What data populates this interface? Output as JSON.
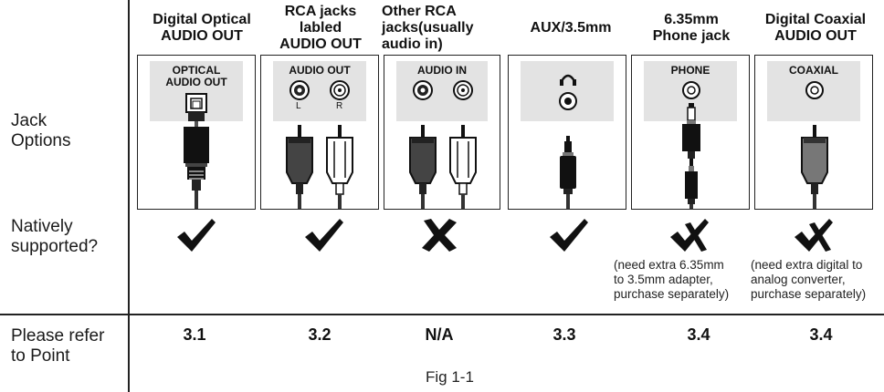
{
  "row_labels": {
    "jack_options": "Jack\nOptions",
    "native": "Natively\nsupported?",
    "refer": "Please refer\nto Point"
  },
  "columns": [
    {
      "heading": "Digital Optical\nAUDIO OUT",
      "panel_label": "OPTICAL\nAUDIO OUT",
      "jack_sub": [],
      "mark": "check",
      "note": "",
      "ref": "3.1"
    },
    {
      "heading": "RCA jacks\nlabled\nAUDIO OUT",
      "panel_label": "AUDIO OUT",
      "jack_sub": [
        "L",
        "R"
      ],
      "mark": "check",
      "note": "",
      "ref": "3.2"
    },
    {
      "heading": "Other RCA\njacks(usually\naudio in)",
      "panel_label": "AUDIO IN",
      "jack_sub": [],
      "mark": "cross",
      "note": "",
      "ref": "N/A"
    },
    {
      "heading": "AUX/3.5mm",
      "panel_label": "",
      "jack_sub": [],
      "mark": "check",
      "note": "",
      "ref": "3.3"
    },
    {
      "heading": "6.35mm\nPhone jack",
      "panel_label": "PHONE",
      "jack_sub": [],
      "mark": "check-cross",
      "note": "(need extra 6.35mm\nto 3.5mm adapter,\npurchase separately)",
      "ref": "3.4"
    },
    {
      "heading": "Digital Coaxial\nAUDIO OUT",
      "panel_label": "COAXIAL",
      "jack_sub": [],
      "mark": "check-cross",
      "note": "(need extra digital to\nanalog converter,\npurchase separately)",
      "ref": "3.4"
    }
  ],
  "figure_caption": "Fig 1-1",
  "icons": [
    "optical-port-icon",
    "rca-jack-icon",
    "headphone-icon",
    "phone-jack-icon",
    "coaxial-jack-icon",
    "check-icon",
    "cross-icon",
    "check-cross-icon"
  ]
}
